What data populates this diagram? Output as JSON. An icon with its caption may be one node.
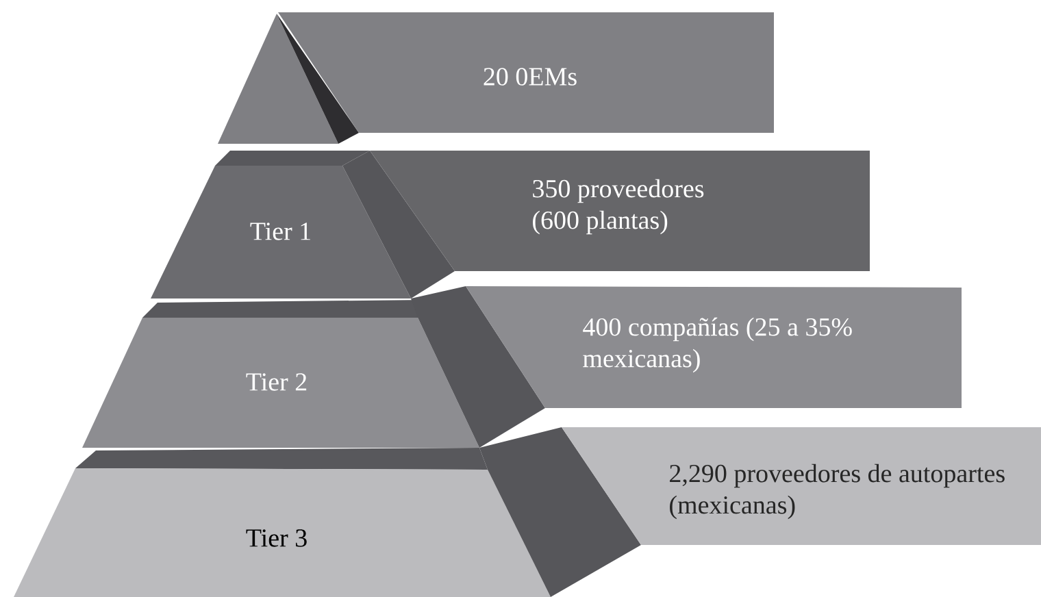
{
  "diagram": {
    "nodes": [
      {
        "text": [],
        "shape": "triangle"
      },
      {
        "text": [
          "20 0EMs"
        ]
      },
      {
        "text": [
          "Tier 1"
        ]
      },
      {
        "text": [
          "350 proveedores (600 plantas)"
        ]
      },
      {
        "text": [
          "Tier 2"
        ]
      },
      {
        "text": [
          "400 compañías (25 a 35% mexicanas)"
        ]
      },
      {
        "text": [
          "Tier 3"
        ]
      },
      {
        "text": [
          "2,290 proveedores de autopartes (mexicanas)"
        ]
      }
    ]
  }
}
